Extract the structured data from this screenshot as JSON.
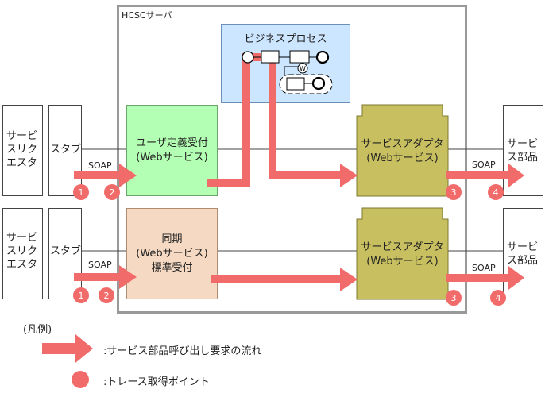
{
  "server": {
    "title": "HCSCサーバ"
  },
  "business_process": {
    "title": "ビジネスプロセス",
    "w_mark": "W"
  },
  "requesters": [
    {
      "lines": [
        "サービ",
        "スリク",
        "エスタ"
      ]
    },
    {
      "lines": [
        "サービ",
        "スリク",
        "エスタ"
      ]
    }
  ],
  "stubs": [
    "スタブ",
    "スタブ"
  ],
  "soap_label": "SOAP",
  "reception_user": {
    "line1": "ユーザ定義受付",
    "line2": "(Webサービス)"
  },
  "reception_sync": {
    "line1": "同期",
    "line2": "(Webサービス)",
    "line3": "標準受付"
  },
  "adapter": {
    "line1": "サービスアダプタ",
    "line2": "(Webサービス)"
  },
  "parts": [
    {
      "line1": "サービ",
      "line2": "ス部品"
    },
    {
      "line1": "サービ",
      "line2": "ス部品"
    }
  ],
  "trace_points": [
    "1",
    "2",
    "3",
    "4"
  ],
  "legend": {
    "title": "(凡例)",
    "arrow_text": ":サービス部品呼び出し要求の流れ",
    "point_text": ":トレース取得ポイント"
  },
  "colors": {
    "arrow": "#f26b6b",
    "reception_user_bg": "#b3ffb3",
    "reception_sync_bg": "#f5d9c2",
    "adapter_bg": "#c8c060",
    "bp_bg": "#cce6ff",
    "server_border": "#999999"
  }
}
